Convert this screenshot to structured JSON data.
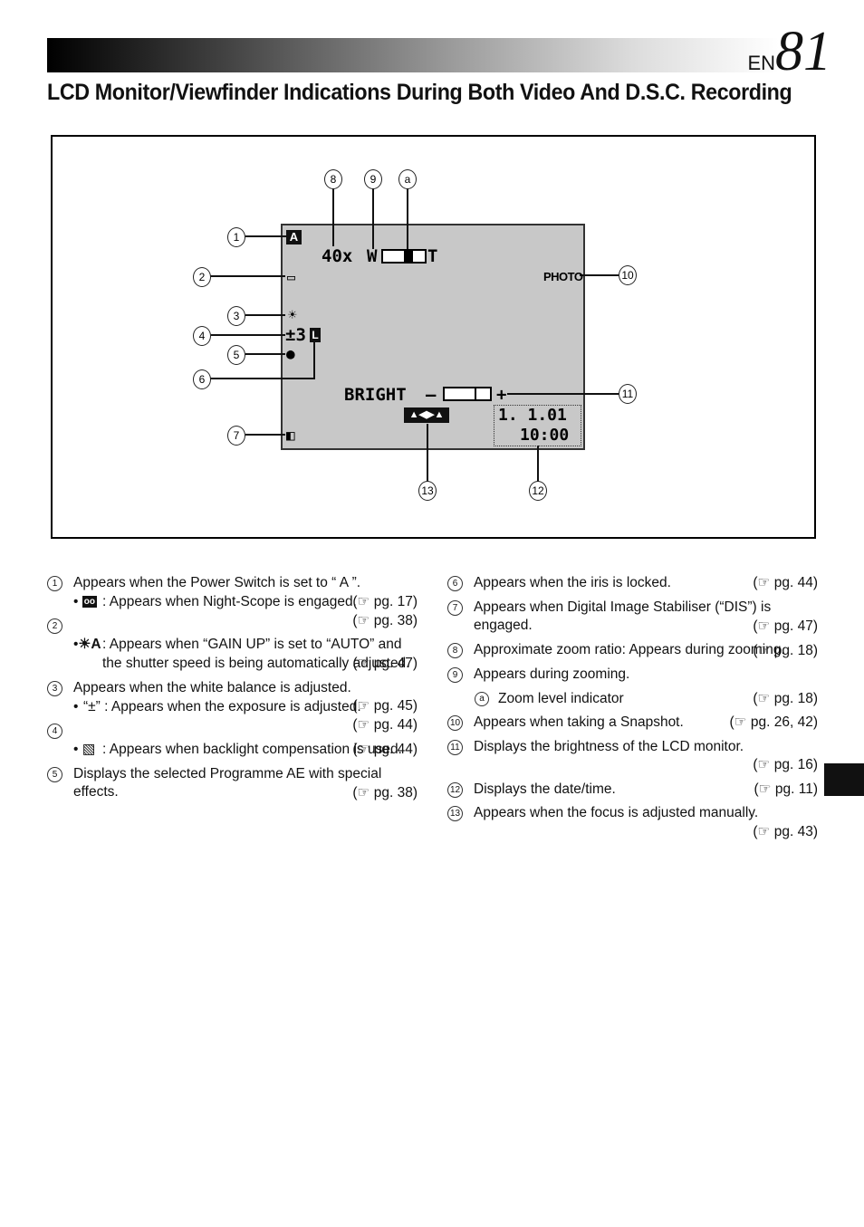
{
  "header": {
    "page_prefix": "EN",
    "page_number": "81"
  },
  "title": "LCD Monitor/Viewfinder Indications During Both Video And D.S.C. Recording",
  "diagram": {
    "screen": {
      "zoom": "40x",
      "wide": "W",
      "tele": "T",
      "exposure": "±3",
      "bright": "BRIGHT",
      "minus": "–",
      "plus": "+",
      "photo": "PHOTO",
      "date": "1.  1.01",
      "time": "10:00",
      "auto_icon": "A",
      "lock_icon": "L"
    },
    "callouts": [
      "1",
      "2",
      "3",
      "4",
      "5",
      "6",
      "7",
      "8",
      "9",
      "a",
      "10",
      "11",
      "12",
      "13"
    ]
  },
  "left_column": {
    "i1": {
      "num": "1",
      "text": "Appears when the Power Switch is set to “ A ”.",
      "pg": "(☞ pg. 17)"
    },
    "i2": {
      "num": "2",
      "a": {
        "bullet": "•",
        "icon": "oo",
        "text": ": Appears when Night-Scope is engaged.",
        "pg": "(☞ pg. 38)"
      },
      "b": {
        "bullet": "•",
        "icon": "☀A",
        "text": ": Appears when “GAIN UP” is set to “AUTO” and the shutter speed is being automatically adjusted.",
        "pg": "(☞ pg. 47)"
      }
    },
    "i3": {
      "num": "3",
      "text": "Appears when the white balance is adjusted.",
      "pg": "(☞ pg. 45)"
    },
    "i4": {
      "num": "4",
      "a": {
        "bullet": "•",
        "text": "“±”  : Appears when the exposure is adjusted.",
        "pg": "(☞ pg. 44)"
      },
      "b": {
        "bullet": "•",
        "icon": "▧",
        "text": ": Appears when backlight compensation is used.",
        "pg": "(☞ pg. 44)"
      }
    },
    "i5": {
      "num": "5",
      "text": "Displays the selected Programme AE with special effects.",
      "pg": "(☞ pg. 38)"
    }
  },
  "right_column": {
    "i6": {
      "num": "6",
      "text": "Appears when the iris is locked.",
      "pg": "(☞ pg. 44)"
    },
    "i7": {
      "num": "7",
      "text": "Appears when Digital Image Stabiliser (“DIS”) is engaged.",
      "pg": "(☞ pg. 47)"
    },
    "i8": {
      "num": "8",
      "text": "Approximate zoom ratio: Appears during zooming.",
      "pg": "(☞ pg. 18)"
    },
    "i9": {
      "num": "9",
      "text": "Appears during zooming.",
      "sub_num": "a",
      "sub_text": "Zoom level indicator",
      "sub_pg": "(☞ pg. 18)"
    },
    "i10": {
      "num": "10",
      "text": "Appears when taking a Snapshot.",
      "pg": "(☞ pg. 26, 42)"
    },
    "i11": {
      "num": "11",
      "text": "Displays the brightness of the LCD monitor.",
      "pg": "(☞ pg. 16)"
    },
    "i12": {
      "num": "12",
      "text": "Displays the date/time.",
      "pg": "(☞ pg. 11)"
    },
    "i13": {
      "num": "13",
      "text": "Appears when the focus is adjusted manually.",
      "pg": "(☞ pg. 43)"
    }
  }
}
